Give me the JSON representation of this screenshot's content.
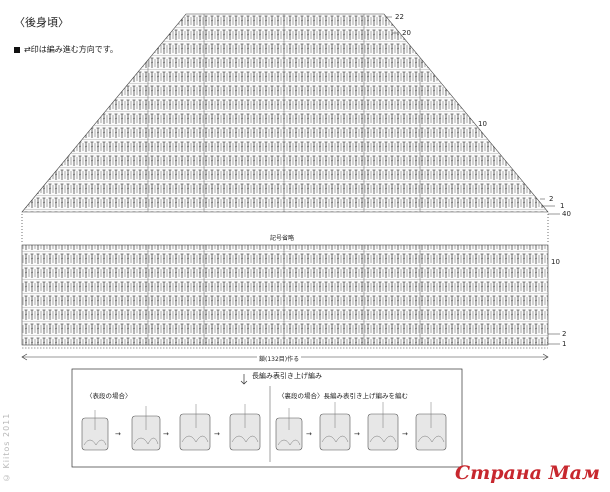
{
  "title": "〈後身頃〉",
  "note": "⇄印は編み進む方向です。",
  "upper_rows": [
    "22",
    "20",
    "10",
    "2",
    "1",
    "40"
  ],
  "lower_rows": [
    "10",
    "2",
    "1"
  ],
  "symbol_omitted": "記号省略",
  "chain_label": "鎖(132目)作る",
  "legend_title": "長編み表引き上げ編み",
  "legend_case_front": "〈表段の場合〉",
  "legend_case_back": "〈裏段の場合〉長編み表引き上げ編みを編む",
  "watermark": "© Kiitos 2011",
  "brand": "Страна Мам"
}
